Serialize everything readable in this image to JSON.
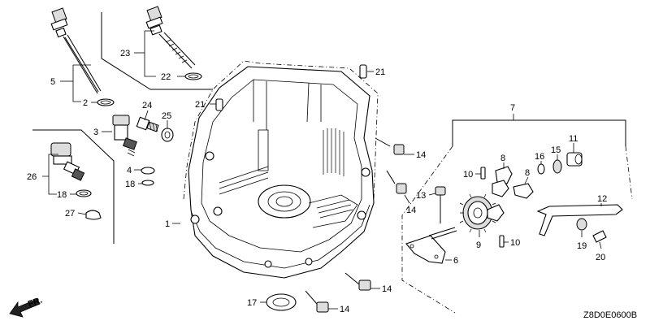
{
  "callouts": {
    "c1": "1",
    "c2": "2",
    "c3": "3",
    "c4": "4",
    "c5": "5",
    "c6": "6",
    "c7": "7",
    "c8a": "8",
    "c8b": "8",
    "c9": "9",
    "c10a": "10",
    "c10b": "10",
    "c11": "11",
    "c12": "12",
    "c13": "13",
    "c14a": "14",
    "c14b": "14",
    "c14c": "14",
    "c14d": "14",
    "c15": "15",
    "c16": "16",
    "c17": "17",
    "c18a": "18",
    "c18b": "18",
    "c19": "19",
    "c20": "20",
    "c21a": "21",
    "c21b": "21",
    "c22": "22",
    "c23": "23",
    "c24": "24",
    "c25": "25",
    "c26": "26",
    "c27": "27"
  },
  "direction_label": "FR.",
  "figure_code": "Z8D0E0600B"
}
